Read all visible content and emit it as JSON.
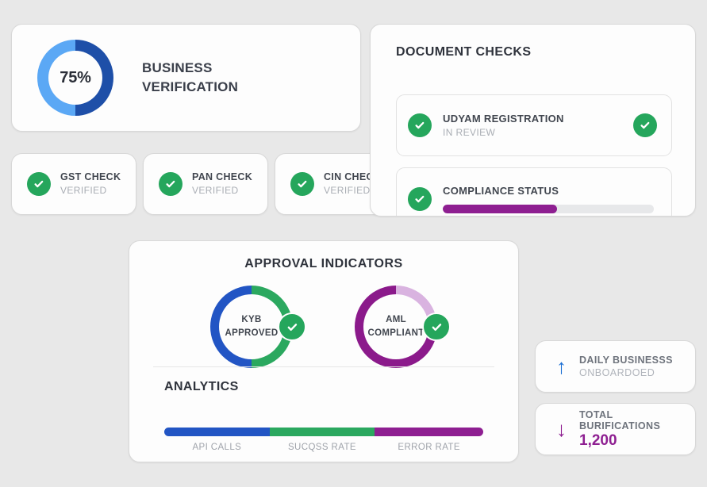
{
  "theme": {
    "background": "#e8e8e8",
    "card_background": "#fdfdfd",
    "green": "#25a65c",
    "blue_dark": "#1e4fa8",
    "blue_light": "#5ba8f5",
    "purple": "#8e1f91",
    "purple_light": "#d9b3e0",
    "kyb_green": "#2ba85f",
    "kyb_blue": "#2255c4"
  },
  "business_verification": {
    "percent_label": "75%",
    "percent_value": 75,
    "title_line1": "BUSINESS",
    "title_line2": "VERIFICATION"
  },
  "checks": [
    {
      "name": "GST CHECK",
      "status": "VERIFIED",
      "icon": "check-circle-icon"
    },
    {
      "name": "PAN CHECK",
      "status": "VERIFIED",
      "icon": "check-circle-icon"
    },
    {
      "name": "CIN CHECK",
      "status": "VERIFIED",
      "icon": "check-circle-icon"
    }
  ],
  "document_checks": {
    "title": "DOCUMENT CHECKS",
    "udyam": {
      "name": "UDYAM REGISTRATION",
      "status": "IN REVIEW",
      "left_icon": "check-circle-icon",
      "right_icon": "check-circle-icon"
    },
    "compliance": {
      "name": "COMPLIANCE STATUS",
      "left_icon": "check-circle-icon",
      "progress_percent": 54
    }
  },
  "approval": {
    "title": "APPROVAL INDICATORS",
    "rings": [
      {
        "label_line1": "KYB",
        "label_line2": "APPROVED",
        "badge_icon": "check-circle-icon"
      },
      {
        "label_line1": "AML",
        "label_line2": "COMPLIANT",
        "badge_icon": "check-circle-icon"
      }
    ]
  },
  "analytics": {
    "title": "ANALYTICS"
  },
  "chart_data": {
    "type": "bar",
    "title": "ANALYTICS",
    "orientation": "horizontal-stacked",
    "categories": [
      "API CALLS",
      "SUCQSS RATE",
      "ERROR RATE"
    ],
    "values": [
      33,
      33,
      34
    ],
    "colors": [
      "#2255c4",
      "#2ba85f",
      "#8e1f91"
    ],
    "xlabel": "",
    "ylabel": "",
    "legend": "below-bar",
    "grid": false
  },
  "stats": [
    {
      "label": "DAILY BUSINESSS",
      "sub": "ONBOARDOED",
      "value": "",
      "arrow": "up-arrow-icon",
      "arrow_glyph": "↑",
      "arrow_color": "#1b6fd4"
    },
    {
      "label": "TOTAL BURIFICATIONS",
      "sub": "",
      "value": "1,200",
      "arrow": "down-arrow-icon",
      "arrow_glyph": "↓",
      "arrow_color": "#8e1f91"
    }
  ]
}
